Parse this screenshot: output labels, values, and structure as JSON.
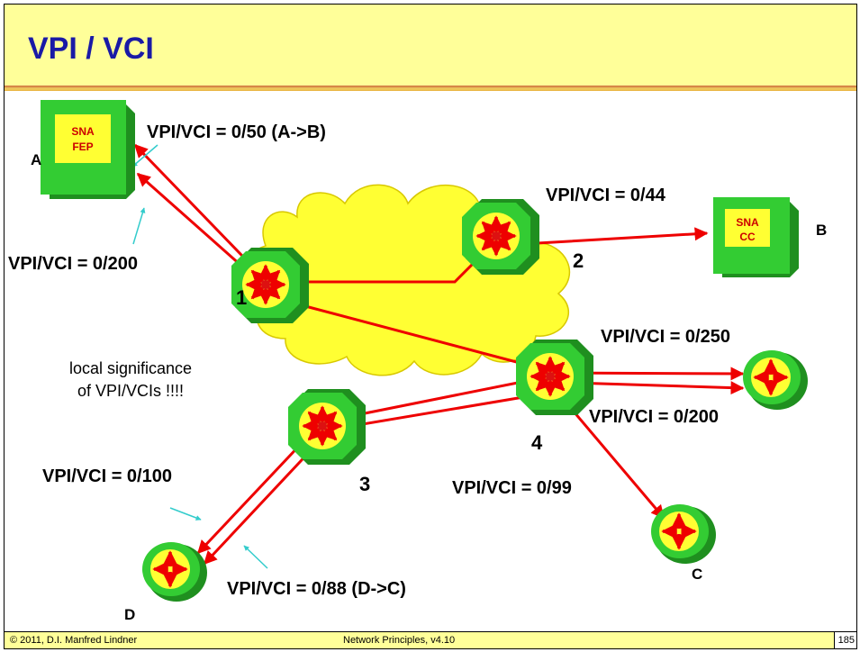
{
  "slide": {
    "title": "VPI / VCI",
    "footer_left": "© 2011, D.I. Manfred Lindner",
    "footer_center": "Network Principles, v4.10",
    "page_number": "185"
  },
  "nodes": {
    "A": {
      "label": "A",
      "box_line1": "SNA",
      "box_line2": "FEP"
    },
    "B": {
      "label": "B",
      "box_line1": "SNA",
      "box_line2": "CC"
    },
    "C": {
      "label": "C"
    },
    "D": {
      "label": "D"
    }
  },
  "switches": [
    "1",
    "2",
    "3",
    "4"
  ],
  "labels": {
    "vc_ab": "VPI/VCI = 0/50 (A->B)",
    "vc_a200": "VPI/VCI = 0/200",
    "vc_44": "VPI/VCI = 0/44",
    "vc_250": "VPI/VCI = 0/250",
    "vc_4_200": "VPI/VCI = 0/200",
    "vc_100": "VPI/VCI = 0/100",
    "vc_99": "VPI/VCI = 0/99",
    "vc_dc": "VPI/VCI = 0/88 (D->C)"
  },
  "note": {
    "line1": "local significance",
    "line2": "of VPI/VCIs !!!!"
  },
  "colors": {
    "header_bg": "#ffff99",
    "title": "#1a1aa6",
    "link": "#ee0000",
    "cloud": "#ffff33",
    "device_green": "#33cc33",
    "device_inner": "#ffff33",
    "pointer": "#33cccc"
  }
}
